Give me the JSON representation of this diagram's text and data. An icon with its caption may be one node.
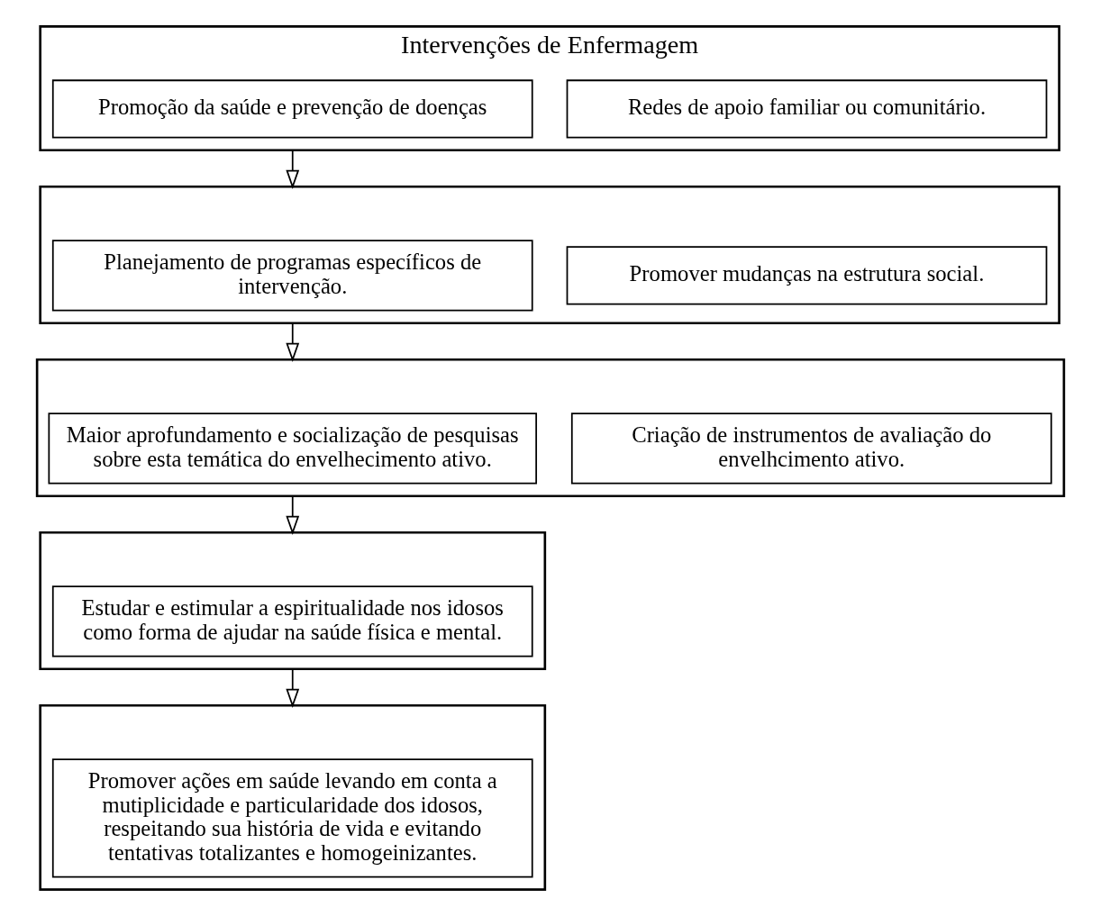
{
  "diagram": {
    "nodes": [
      {
        "text": [
          "Intervenções de Enfermagem"
        ]
      },
      {
        "text": [
          "Promoção da saúde e prevenção de doenças"
        ],
        "in": 0
      },
      {
        "text": [
          "Redes de apoio familiar ou comunitário."
        ],
        "in": 0
      },
      {
        "text": [],
        "shape": "box"
      },
      {
        "text": [
          "Planejamento de programas específicos de intervenção."
        ],
        "in": 3
      },
      {
        "text": [
          "Promover mudanças na estrutura social."
        ],
        "in": 3
      },
      {
        "text": [],
        "shape": "box"
      },
      {
        "text": [
          "Maior aprofundamento e socialização de pesquisas sobre esta temática do envelhecimento ativo."
        ],
        "in": 6
      },
      {
        "text": [
          "Criação de instrumentos de avaliação do envelhcimento ativo."
        ],
        "in": 6
      },
      {
        "text": [],
        "shape": "box"
      },
      {
        "text": [
          "Estudar e estimular a espiritualidade nos idosos como forma de ajudar na saúde física e mental."
        ],
        "in": 9
      },
      {
        "text": [],
        "shape": "box"
      },
      {
        "text": [
          "Promover ações em saúde levando em conta a mutiplicidade e particularidade dos idosos, respeitando sua história de vida e evitando tentativas totalizantes e homogeinizantes."
        ],
        "in": 11
      }
    ],
    "edges": [
      {
        "from": 0,
        "to": 3,
        "arrow": "to"
      },
      {
        "from": 3,
        "to": 6,
        "arrow": "to"
      },
      {
        "from": 6,
        "to": 9,
        "arrow": "to"
      },
      {
        "from": 9,
        "to": 11,
        "arrow": "to"
      }
    ]
  }
}
